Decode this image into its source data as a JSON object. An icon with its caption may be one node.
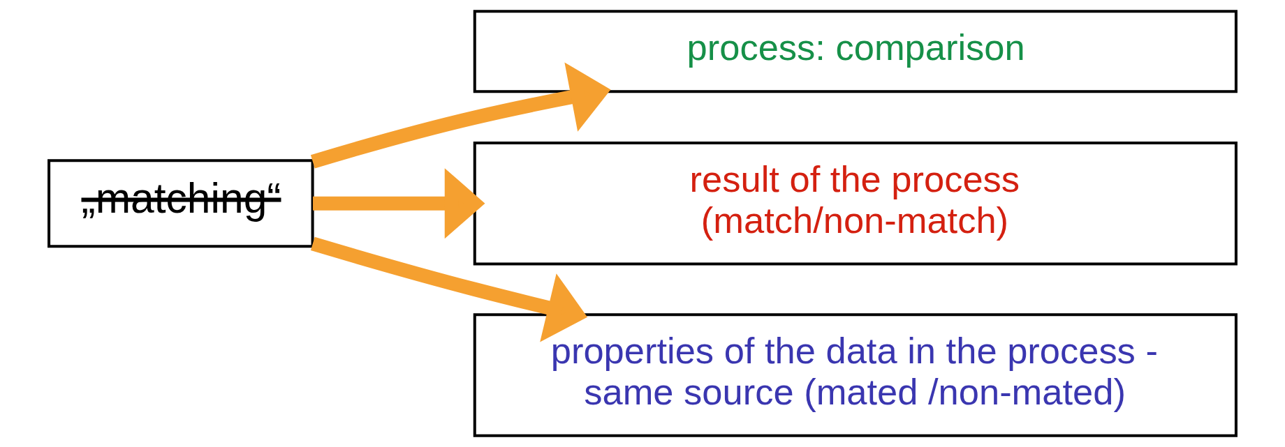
{
  "diagram": {
    "nodes": [
      {
        "text": [
          "„matching“"
        ]
      },
      {
        "text": [
          "process: comparison"
        ]
      },
      {
        "text": [
          "result of the process (match/non-match)"
        ]
      },
      {
        "text": [
          "properties of the data in the process - same source (mated /non-mated)"
        ]
      }
    ],
    "edges": [
      {
        "from": 0,
        "to": 1,
        "arrow": "to"
      },
      {
        "from": 0,
        "to": 2,
        "arrow": "to"
      },
      {
        "from": 0,
        "to": 3,
        "arrow": "to"
      }
    ]
  }
}
